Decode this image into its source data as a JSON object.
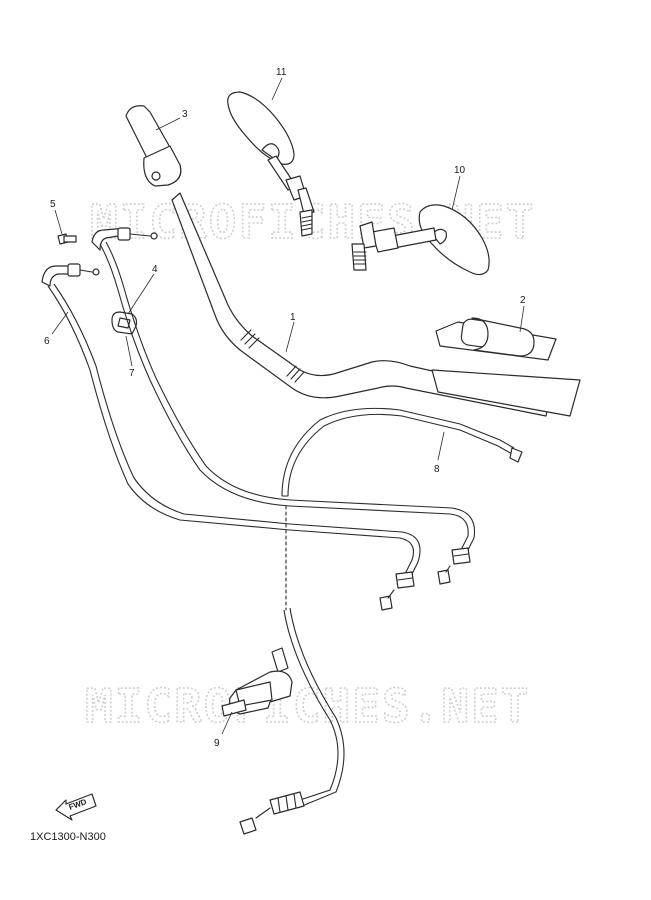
{
  "diagram": {
    "watermark_text": "MICROFICHES.NET",
    "figure_code": "1XC1300-N300",
    "fwd_label": "FWD",
    "callouts": [
      "1",
      "2",
      "3",
      "4",
      "5",
      "6",
      "7",
      "8",
      "9",
      "10",
      "11"
    ]
  }
}
